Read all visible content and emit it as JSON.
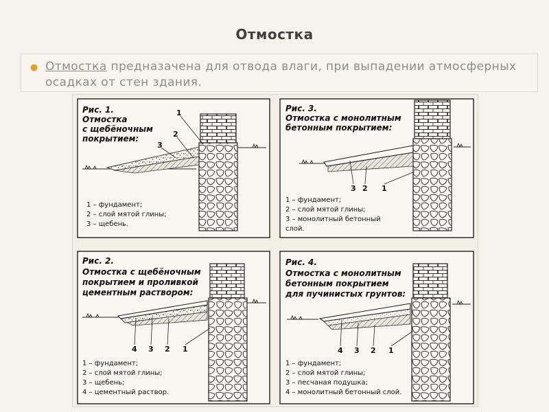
{
  "slide": {
    "title": "Отмостка",
    "bullet_link": "Отмостка",
    "bullet_text": " предназачена для отвода влаги, при выпадении атмосферных осадках от стен здания."
  },
  "figures": {
    "fig1": {
      "title_lines": [
        "Рис. 1.",
        "Отмостка",
        "с щебёночным",
        "покрытием:"
      ],
      "number_labels": [
        "1",
        "2",
        "3"
      ],
      "legend": [
        "1 – фундамент;",
        "2 – слой мятой глины;",
        "3 – щебень."
      ]
    },
    "fig2": {
      "title_lines": [
        "Рис. 2.",
        "Отмостка с щебёночным",
        "покрытием и проливкой",
        "цементным раствором:"
      ],
      "number_labels": [
        "4",
        "3",
        "2",
        "1"
      ],
      "legend": [
        "1 – фундамент;",
        "2 – слой мятой глины;",
        "3 – щебень;",
        "4 – цементный раствор."
      ]
    },
    "fig3": {
      "title_lines": [
        "Рис. 3.",
        "Отмостка с монолитным",
        "бетонным покрытием:"
      ],
      "number_labels": [
        "3",
        "2",
        "1"
      ],
      "legend": [
        "1 – фундамент;",
        "2 – слой мятой глины;",
        "3 – монолитный бетонный",
        "слой."
      ]
    },
    "fig4": {
      "title_lines": [
        "Рис. 4.",
        "Отмостка с монолитным",
        "бетонным покрытием",
        "для пучинистых грунтов:"
      ],
      "number_labels": [
        "4",
        "3",
        "2",
        "1"
      ],
      "legend": [
        "1 – фундамент;",
        "2 – слой мятой глины;",
        "3 – песчаная подушка;",
        "4 – монолитный бетонный слой."
      ]
    }
  }
}
